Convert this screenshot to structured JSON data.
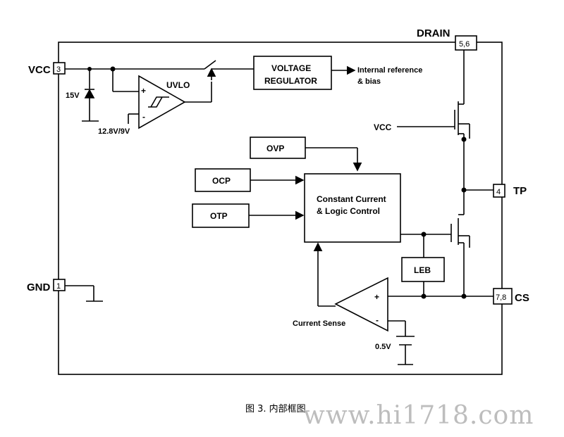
{
  "pins": {
    "vcc": "VCC",
    "vcc_num": "3",
    "gnd": "GND",
    "gnd_num": "1",
    "drain": "DRAIN",
    "drain_num": "5,6",
    "tp": "TP",
    "tp_num": "4",
    "cs": "CS",
    "cs_num": "7,8"
  },
  "blocks": {
    "uvlo": "UVLO",
    "voltage_regulator_line1": "VOLTAGE",
    "voltage_regulator_line2": "REGULATOR",
    "ovp": "OVP",
    "ocp": "OCP",
    "otp": "OTP",
    "logic_line1": "Constant Current",
    "logic_line2": "& Logic Control",
    "leb": "LEB"
  },
  "labels": {
    "zener": "15V",
    "uvlo_threshold": "12.8V/9V",
    "internal_ref_line1": "Internal reference",
    "internal_ref_line2": "& bias",
    "gate_vcc": "VCC",
    "current_sense": "Current Sense",
    "ref_voltage": "0.5V",
    "plus": "+",
    "minus": "-"
  },
  "caption": "图 3. 内部框图",
  "watermark": "www.hi1718.com"
}
